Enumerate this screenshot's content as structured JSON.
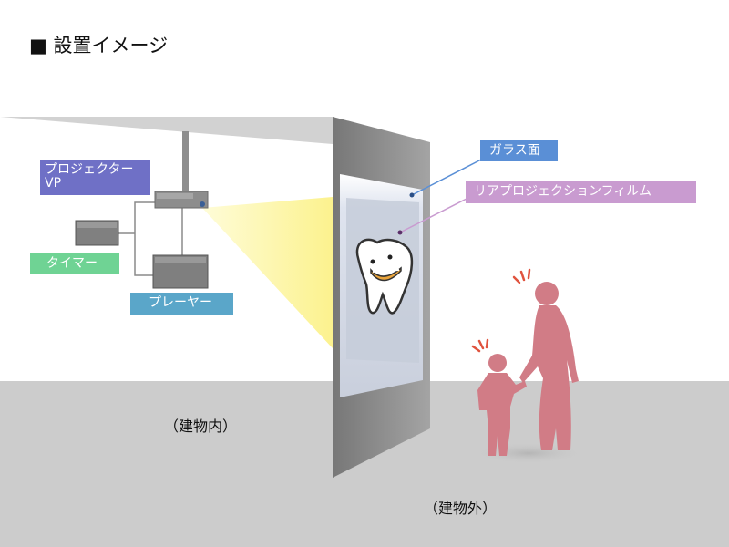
{
  "title": "■ 設置イメージ",
  "labels": {
    "projector_line1": "プロジェクター",
    "projector_line2": "VP",
    "timer": "タイマー",
    "player": "プレーヤー",
    "glass": "ガラス面",
    "film": "リアプロジェクションフィルム"
  },
  "captions": {
    "inside": "（建物内）",
    "outside": "（建物外）"
  },
  "colors": {
    "floor": "#cccccc",
    "ceiling": "#d2d2d2",
    "wall": "#8c8c8c",
    "projection_light": "#fdf6a8",
    "projector_label": "#6f70c6",
    "timer_label": "#6fd394",
    "player_label": "#5aa6c9",
    "glass_label": "#5a8fd6",
    "film_label": "#c99bd0",
    "people": "#d17c86"
  },
  "icons": {
    "projector": "projector-icon",
    "timer": "timer-box-icon",
    "player": "player-box-icon",
    "tooth": "smiling-tooth-icon",
    "people": "adult-and-child-silhouette-icon"
  }
}
